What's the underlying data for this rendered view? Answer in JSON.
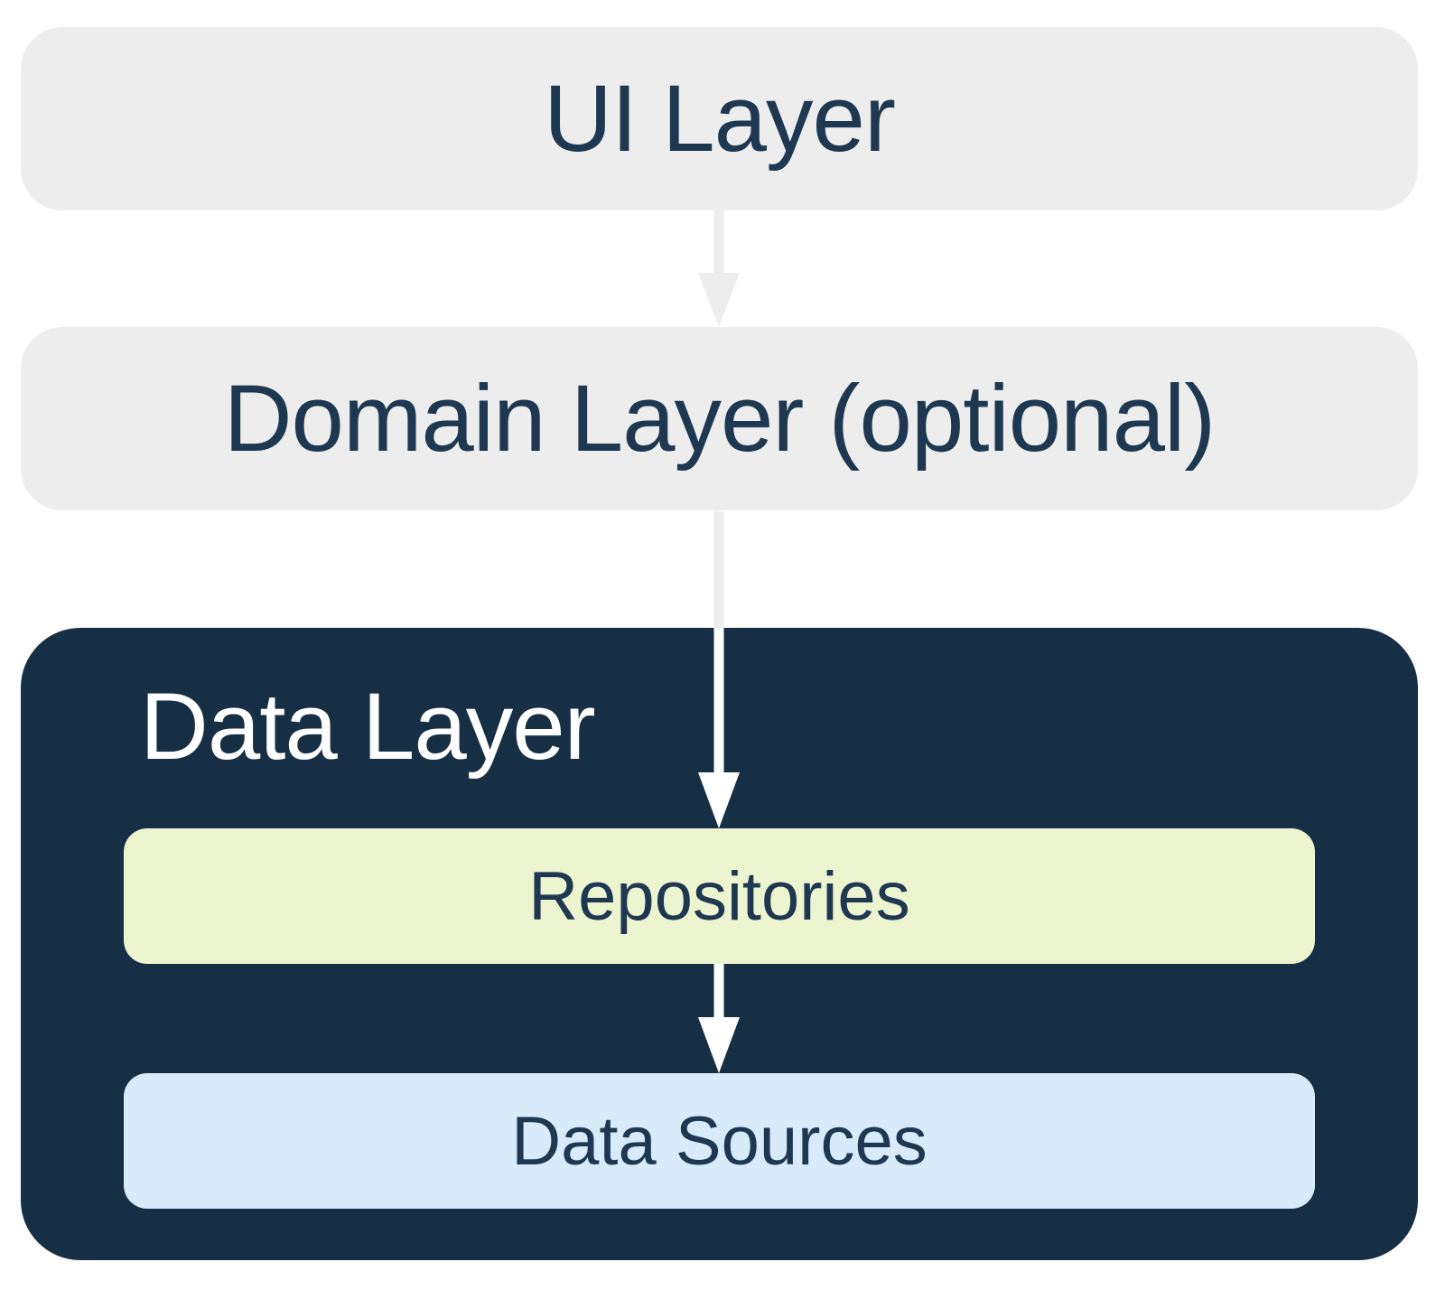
{
  "diagram": {
    "ui_layer": {
      "label": "UI Layer"
    },
    "domain_layer": {
      "label": "Domain Layer (optional)"
    },
    "data_layer": {
      "label": "Data Layer",
      "repositories": {
        "label": "Repositories"
      },
      "data_sources": {
        "label": "Data Sources"
      }
    },
    "arrows": [
      {
        "name": "ui-to-domain",
        "direction": "down",
        "color": "#EDEDED"
      },
      {
        "name": "domain-to-repositories",
        "direction": "down",
        "color": "#EDEDED on white, #FFFFFF over data layer"
      },
      {
        "name": "repositories-to-data-sources",
        "direction": "down",
        "color": "#FFFFFF"
      }
    ],
    "colors": {
      "background": "#FFFFFF",
      "layer_box_gray": "#EDEDED",
      "data_layer_navy": "#172F45",
      "repositories_green": "#EDF4D0",
      "data_sources_blue": "#D8EBFB",
      "label_navy": "#1D3850",
      "label_white": "#FFFFFF",
      "arrow_gray": "#EDEDED",
      "arrow_white": "#FFFFFF"
    }
  }
}
